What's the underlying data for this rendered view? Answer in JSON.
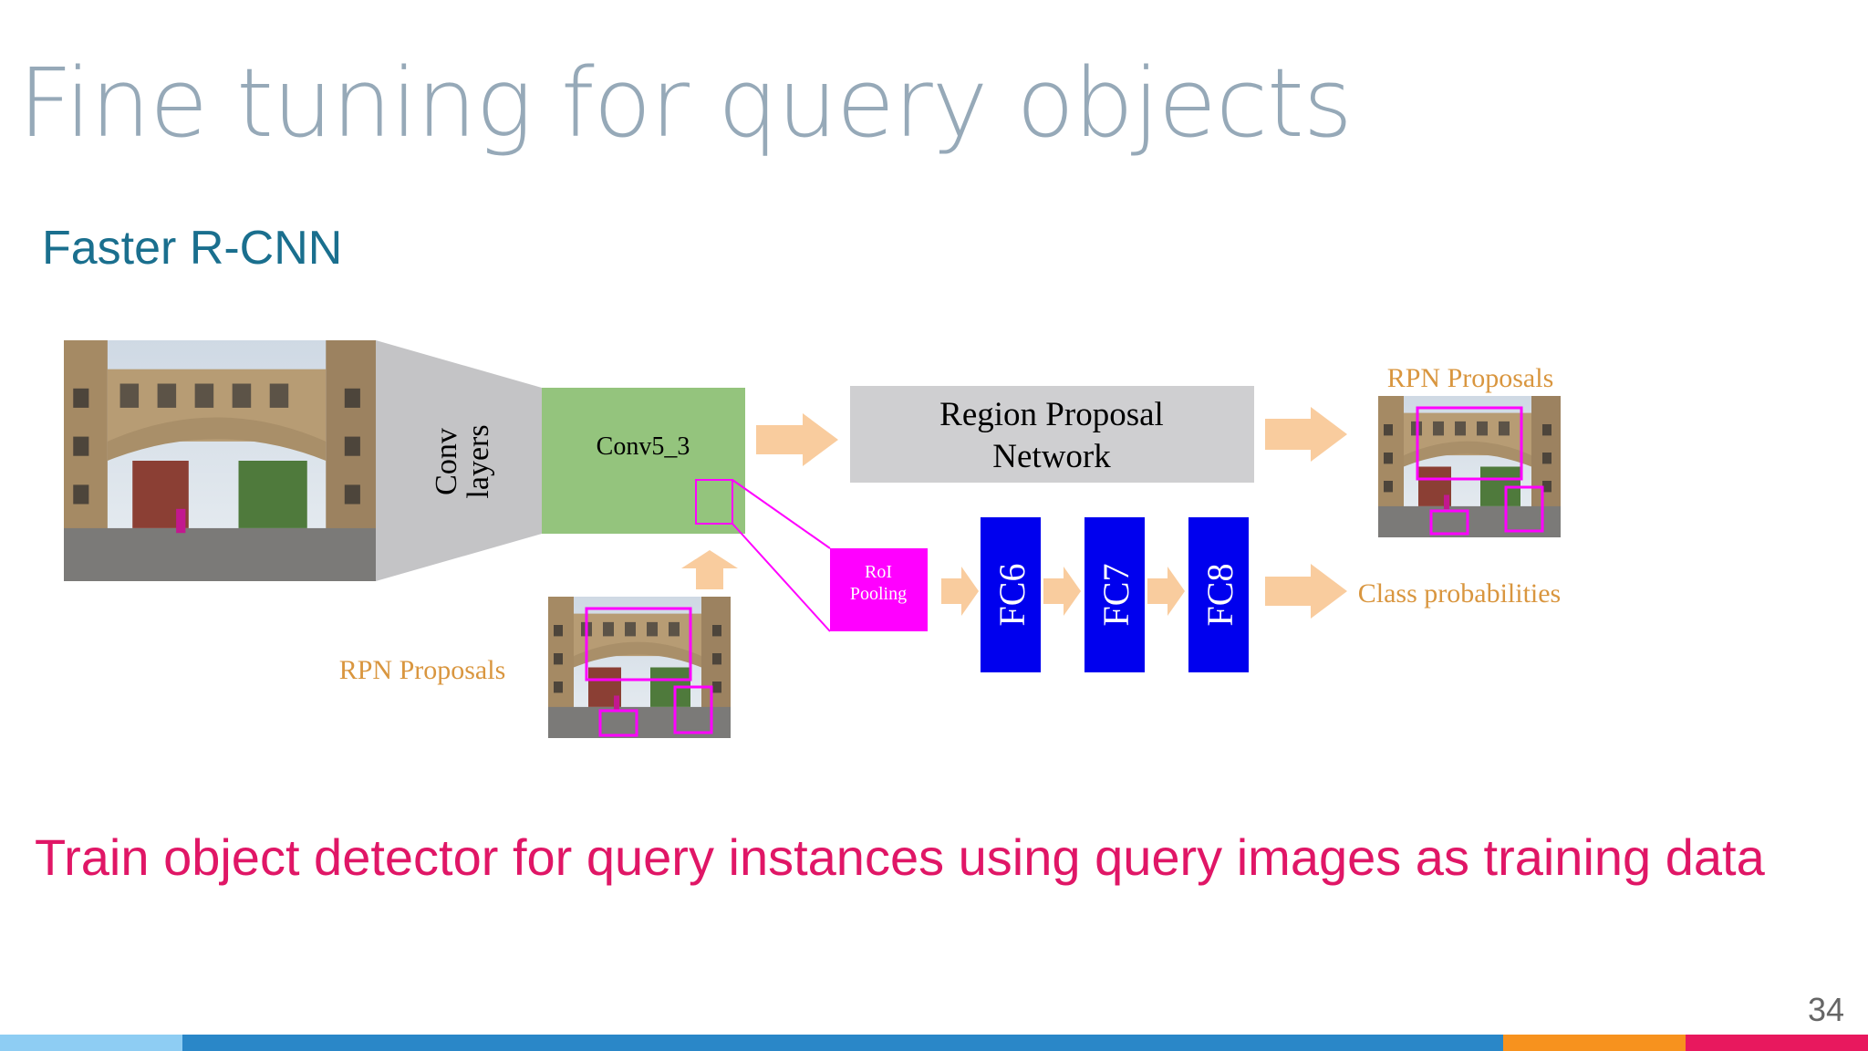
{
  "slide": {
    "title": "Fine tuning for query objects",
    "subtitle": "Faster R-CNN",
    "caption": "Train object detector for query instances using query images as training data",
    "page_number": "34"
  },
  "diagram": {
    "conv_layers": "Conv layers",
    "conv_layers_line1": "Conv",
    "conv_layers_line2": "layers",
    "conv5_3": "Conv5_3",
    "rpn_box_line1": "Region Proposal",
    "rpn_box_line2": "Network",
    "rpn_proposals_out": "RPN Proposals",
    "rpn_proposals_in": "RPN Proposals",
    "roi_line1": "RoI",
    "roi_line2": "Pooling",
    "fc6": "FC6",
    "fc7": "FC7",
    "fc8": "FC8",
    "class_probabilities": "Class probabilities"
  },
  "colors": {
    "title": "#96a9b8",
    "subtitle": "#1a6f8e",
    "caption": "#e01666",
    "label_orange": "#d9963f",
    "arrow": "#f9cc9e",
    "conv5": "#94c47d",
    "rpn_box": "#cfcfd1",
    "roi": "#ff00ff",
    "fc": "#0000ee",
    "bar_segments": [
      "#8ecdf3",
      "#2a87c8",
      "#f7921e",
      "#e8185e"
    ]
  }
}
